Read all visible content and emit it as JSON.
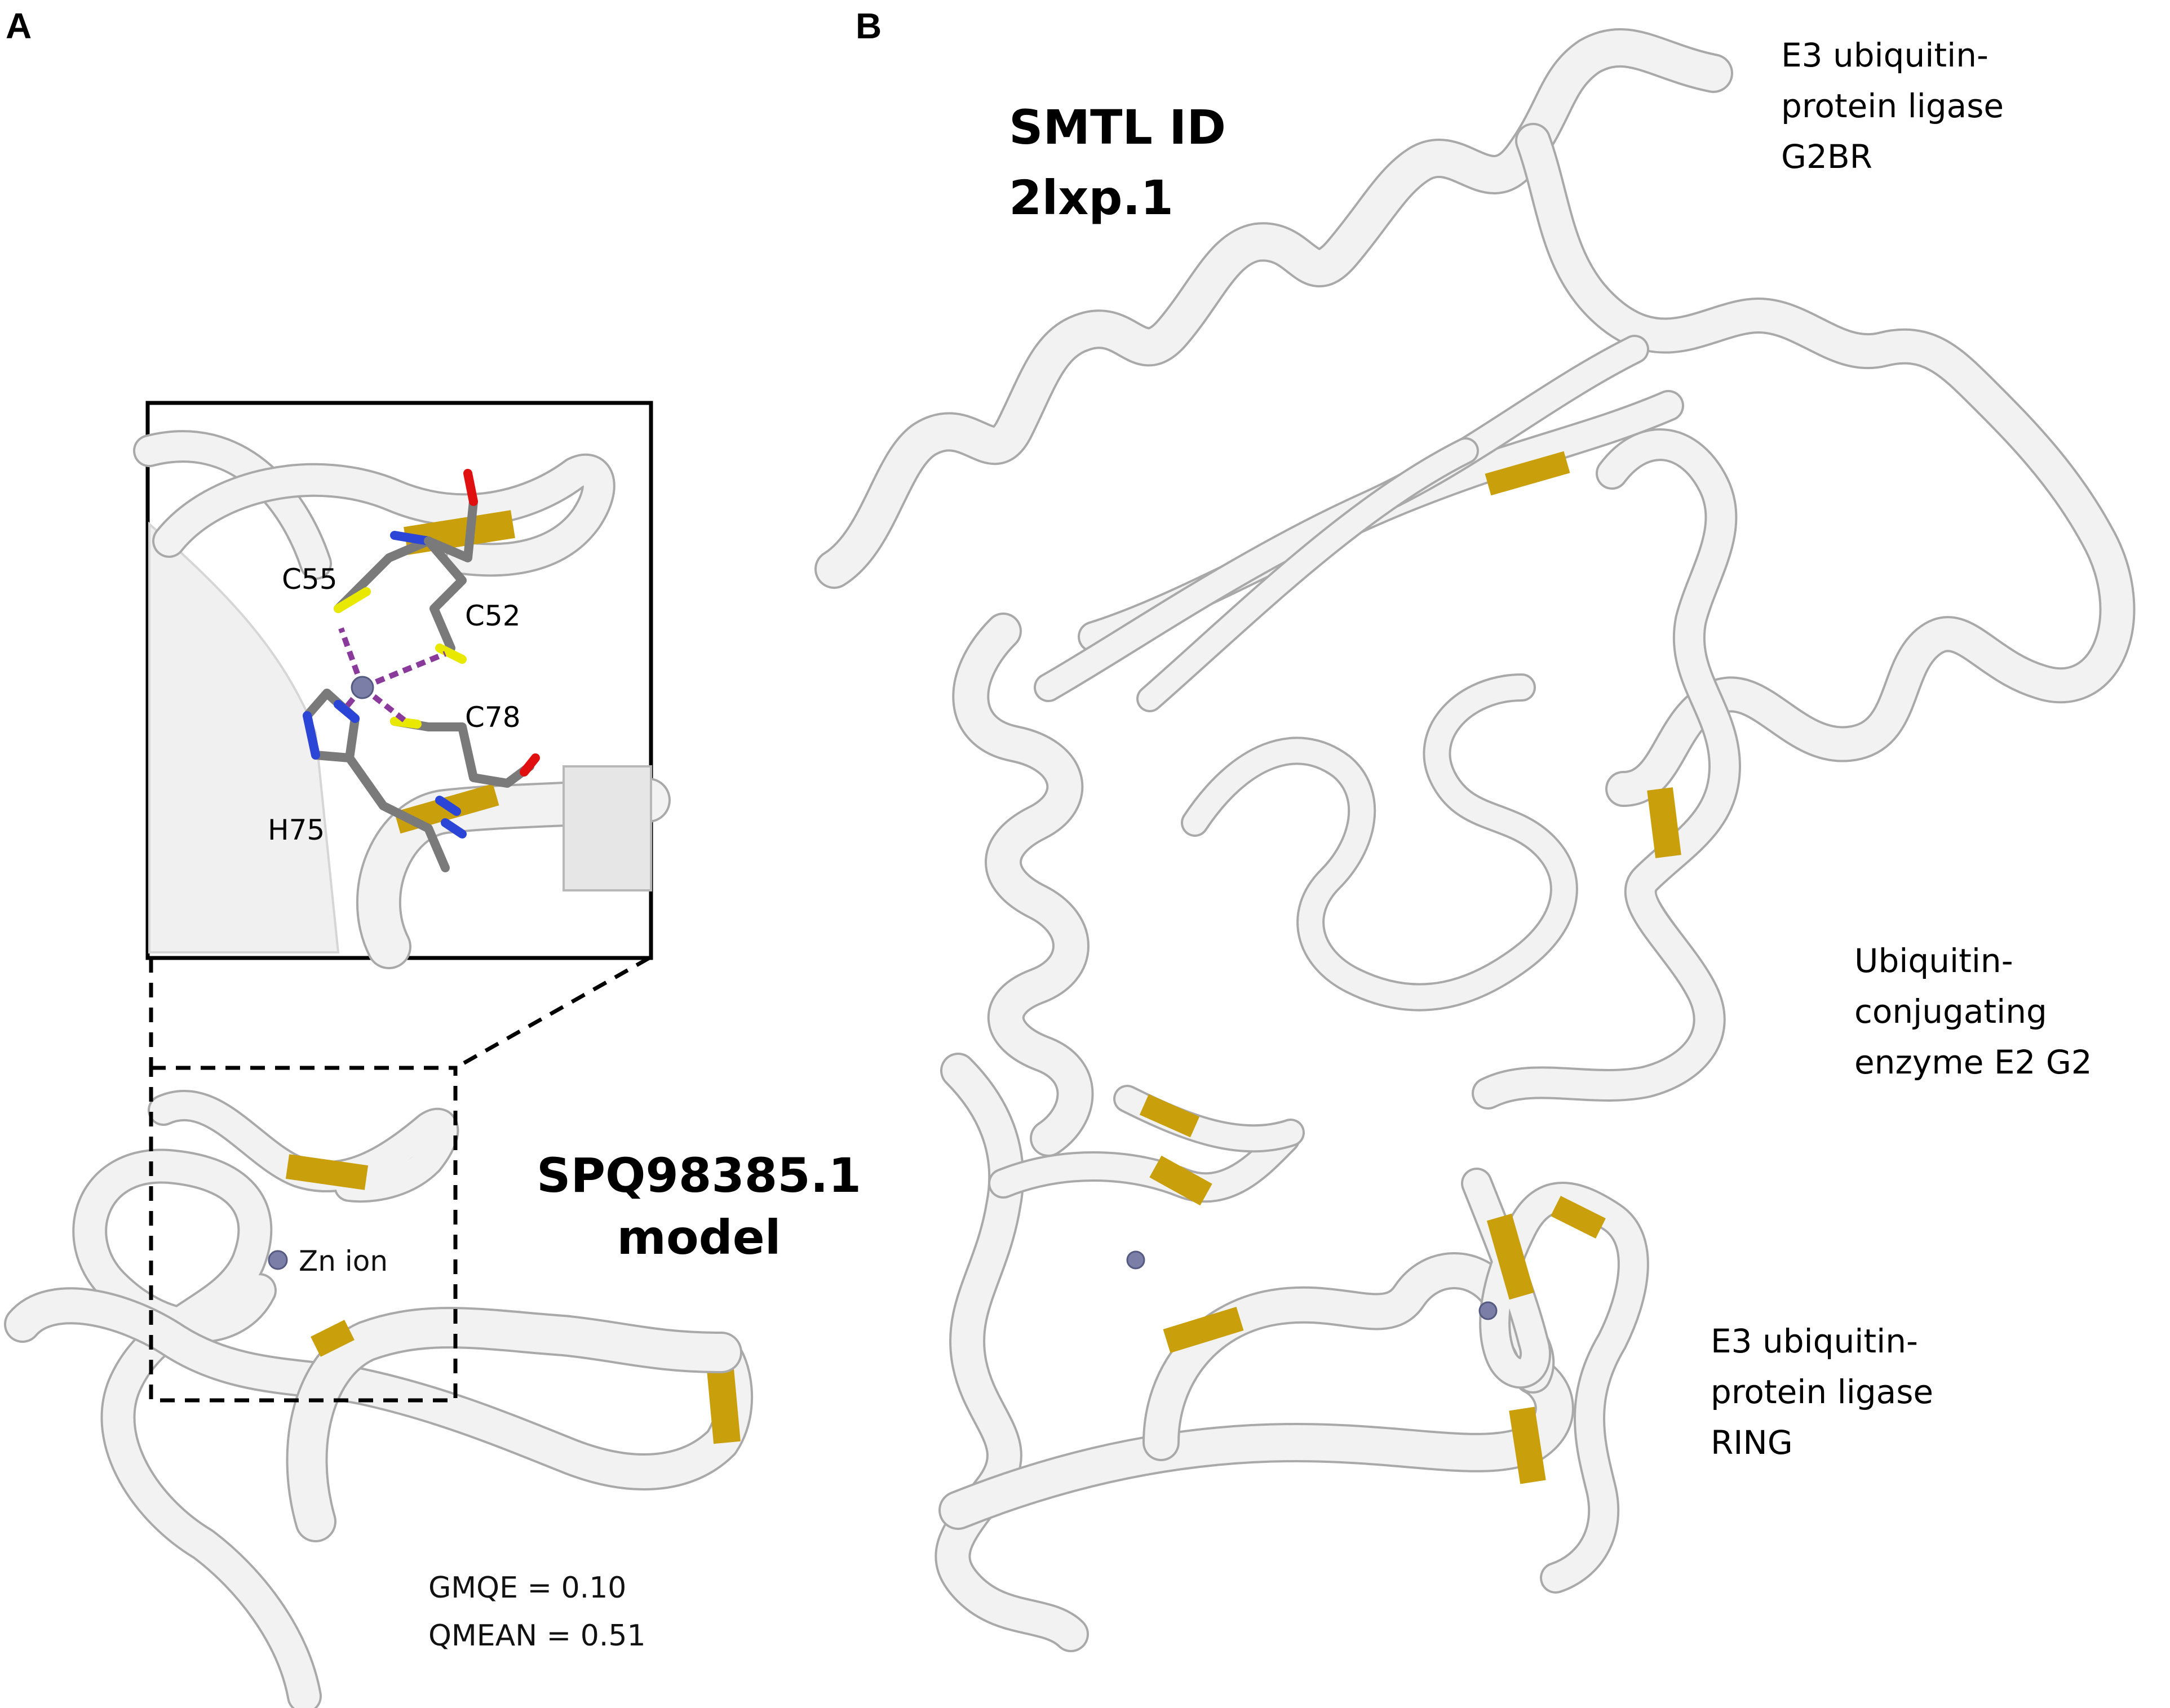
{
  "panel_a": {
    "letter": "A",
    "title_line1": "SPQ98385.1",
    "title_line2": "model",
    "zn_label": "Zn ion",
    "residues": {
      "c55": "C55",
      "c52": "C52",
      "c78": "C78",
      "h75": "H75"
    },
    "metrics": {
      "gmqe": "GMQE = 0.10",
      "qmean": "QMEAN = 0.51"
    }
  },
  "panel_b": {
    "letter": "B",
    "title_line1": "SMTL ID",
    "title_line2": "2lxp.1",
    "labels": {
      "g2br": [
        "E3 ubiquitin-",
        "protein ligase",
        "G2BR"
      ],
      "e2": [
        "Ubiquitin-",
        "conjugating",
        "enzyme E2 G2"
      ],
      "ring": [
        "E3 ubiquitin-",
        "protein ligase",
        "RING"
      ]
    }
  },
  "colors": {
    "ribbon": "#f2f2f2",
    "ribbon_edge": "#a9a9a9",
    "highlight": "#c9a00c",
    "zinc": "#7b7fa8",
    "coordination_bond": "#8a3a9a",
    "sulfur": "#e8e800",
    "nitrogen": "#2b45d6",
    "oxygen": "#e01010"
  }
}
